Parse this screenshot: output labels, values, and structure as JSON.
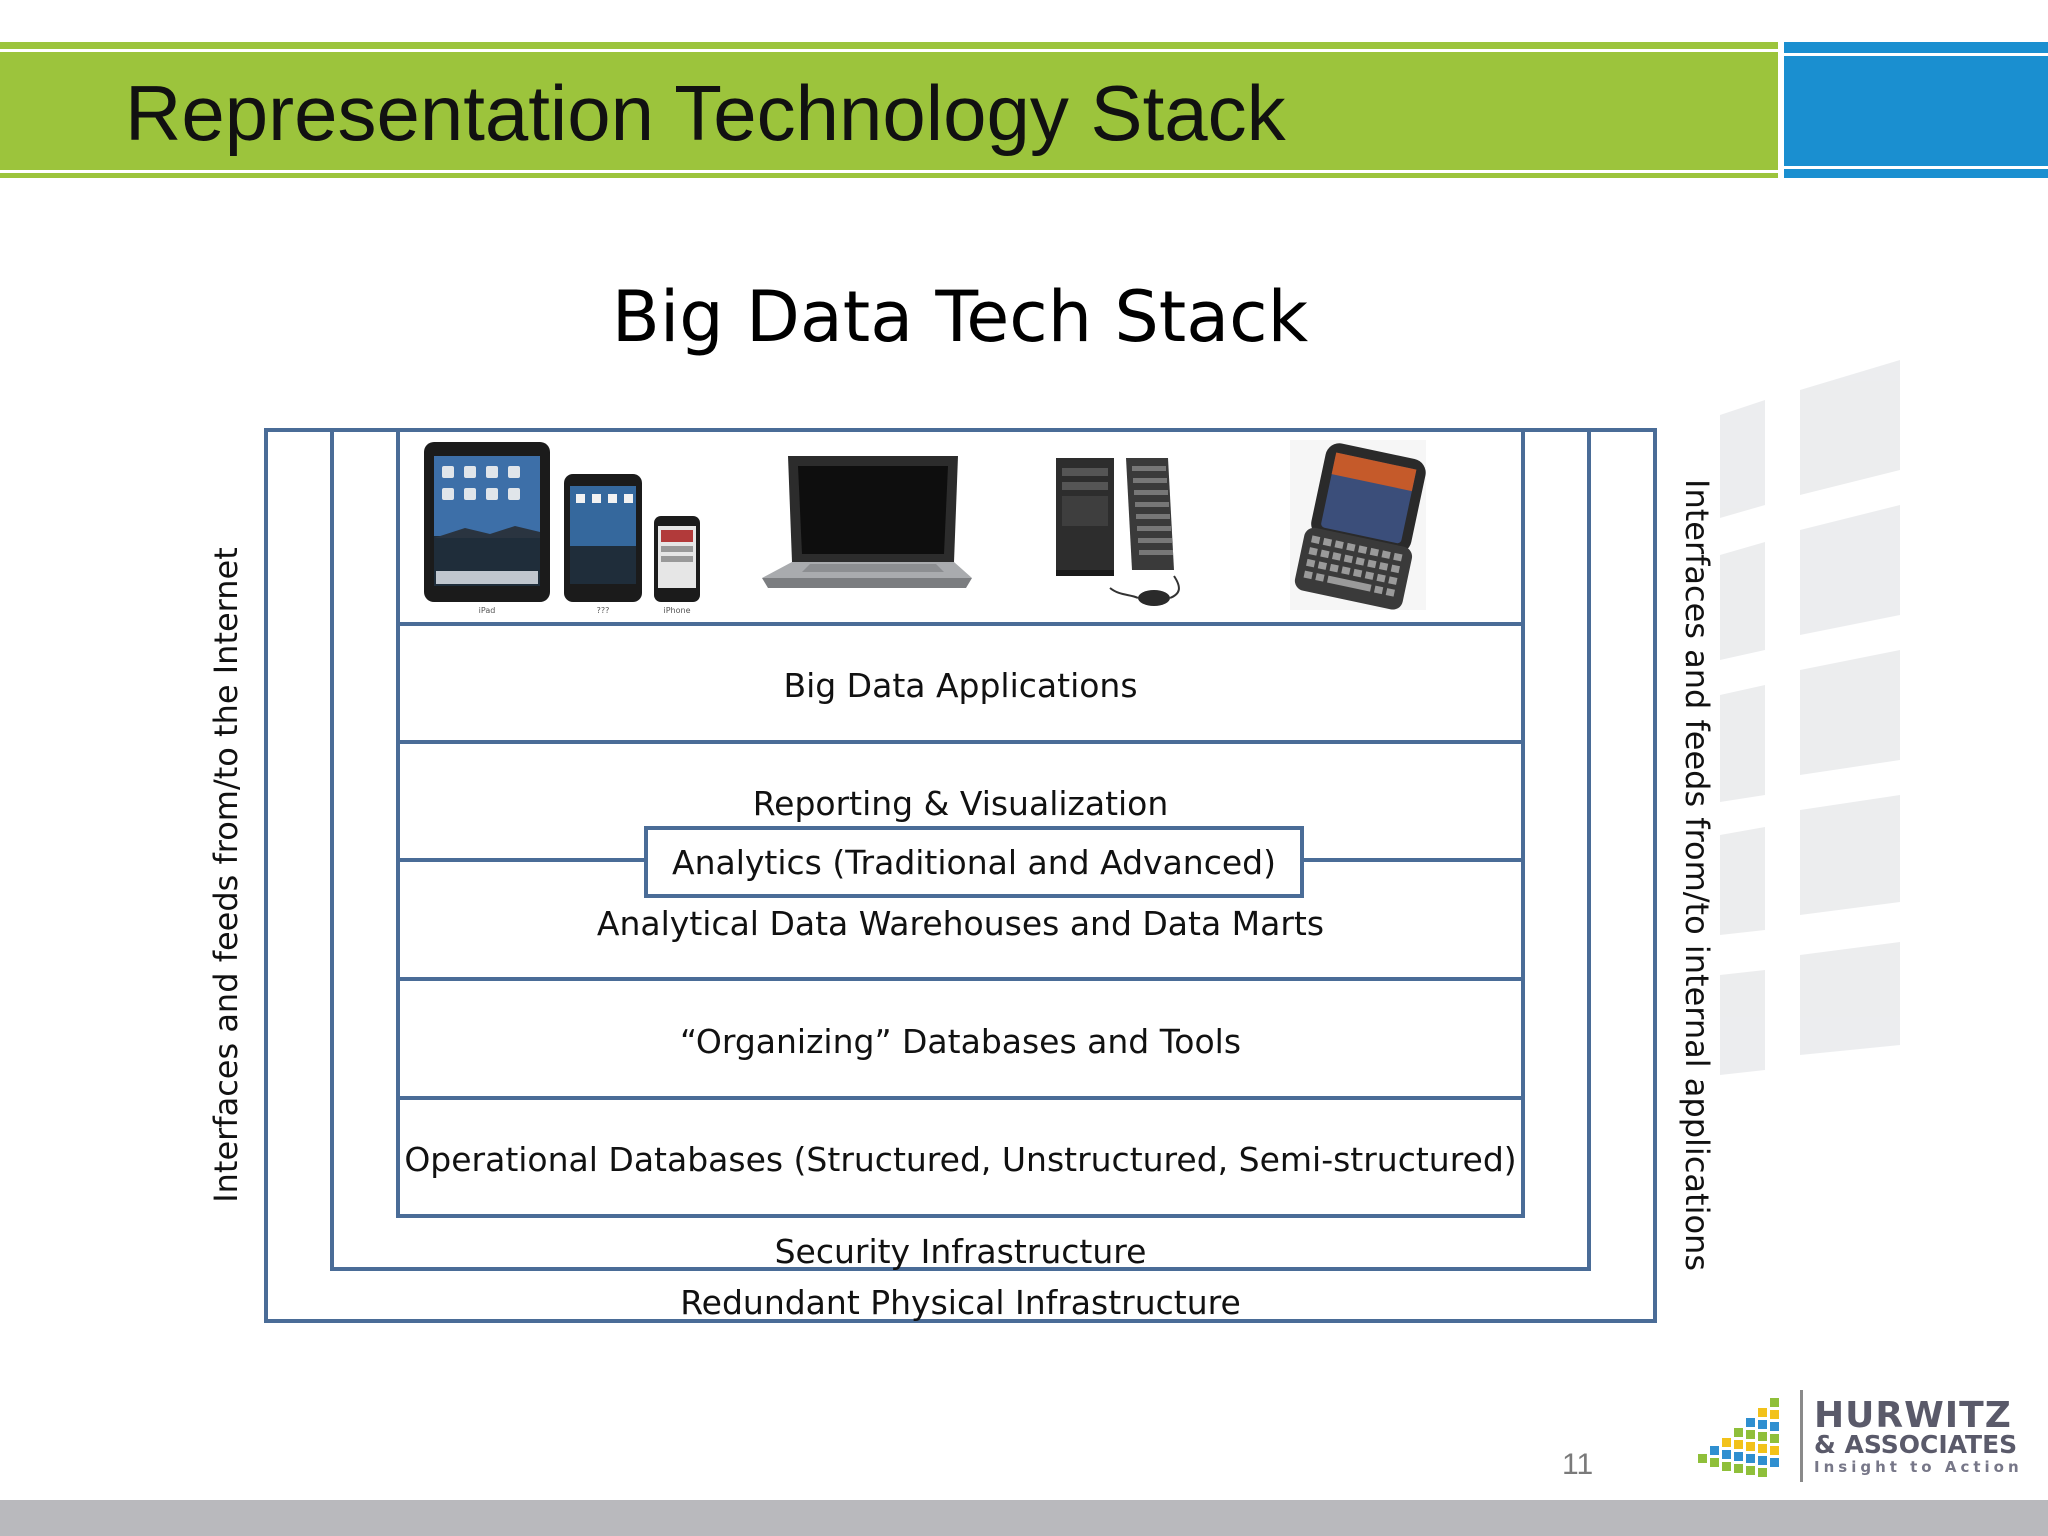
{
  "slide": {
    "title": "Representation Technology Stack",
    "page_number": "11",
    "colors": {
      "header_green": "#9cc43c",
      "header_blue": "#1a8fd0",
      "box_border": "#4a6c97",
      "footer_gray": "#b9b9bd"
    }
  },
  "diagram": {
    "title": "Big Data Tech Stack",
    "devices": [
      "tablet-icon",
      "laptop-icon",
      "desktop-computer-icon",
      "smartphone-icon"
    ],
    "device_captions": [
      "iPad",
      "???",
      "iPhone"
    ],
    "layers": {
      "applications": "Big Data Applications",
      "reporting": "Reporting & Visualization",
      "analytics": "Analytics (Traditional and Advanced)",
      "warehouses": "Analytical Data Warehouses and Data Marts",
      "organizing": "“Organizing” Databases and Tools",
      "operational": "Operational Databases (Structured, Unstructured, Semi-structured)",
      "security": "Security Infrastructure",
      "physical": "Redundant Physical Infrastructure"
    },
    "left_label": "Interfaces and feeds from/to the Internet",
    "right_label": "Interfaces and feeds from/to internal applications"
  },
  "logo": {
    "name": "HURWITZ",
    "sub": "& ASSOCIATES",
    "tagline": "Insight to Action"
  }
}
